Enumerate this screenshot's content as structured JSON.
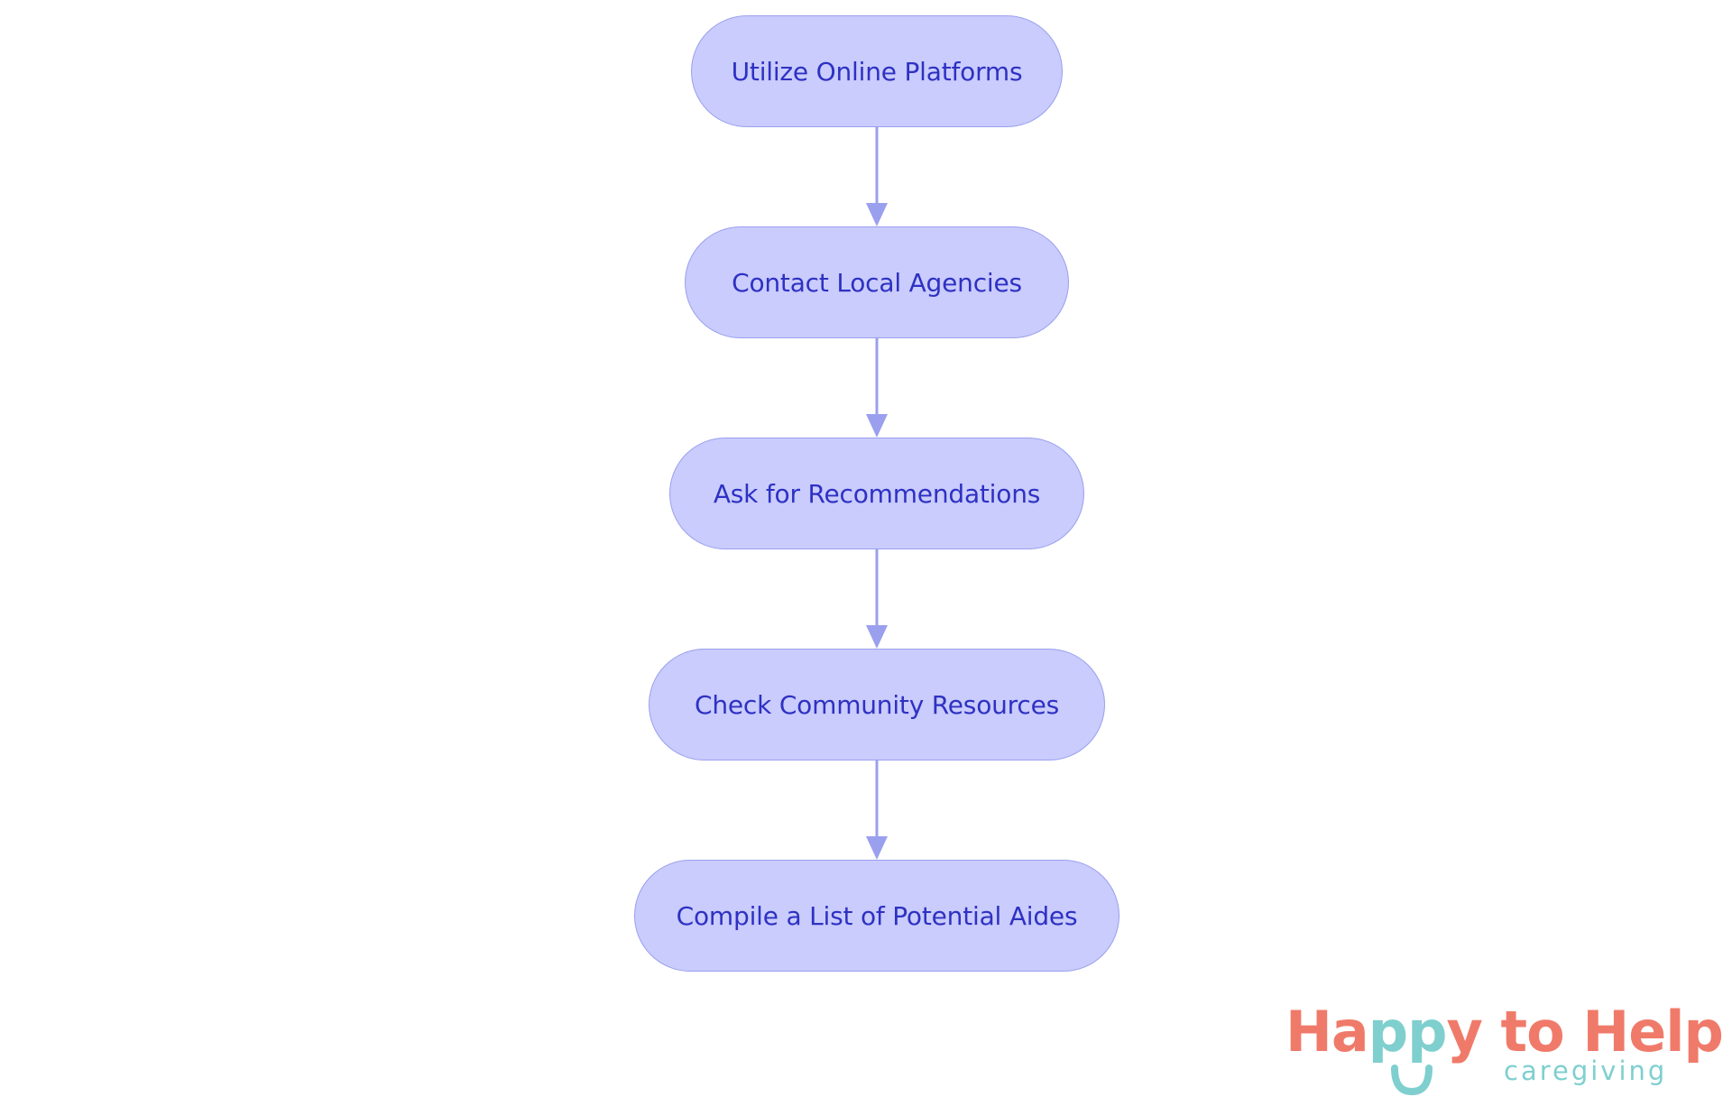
{
  "diagram": {
    "nodes": [
      {
        "id": "n1",
        "label": "Utilize Online Platforms"
      },
      {
        "id": "n2",
        "label": "Contact Local Agencies"
      },
      {
        "id": "n3",
        "label": "Ask for Recommendations"
      },
      {
        "id": "n4",
        "label": "Check Community Resources"
      },
      {
        "id": "n5",
        "label": "Compile a List of Potential Aides"
      }
    ],
    "edges": [
      {
        "from": "n1",
        "to": "n2"
      },
      {
        "from": "n2",
        "to": "n3"
      },
      {
        "from": "n3",
        "to": "n4"
      },
      {
        "from": "n4",
        "to": "n5"
      }
    ],
    "colors": {
      "node_fill": "#c9ccfc",
      "node_border": "#9aa0ee",
      "node_text": "#2e31c2",
      "edge": "#9aa0ee"
    }
  },
  "logo": {
    "happy": "Happy",
    "to_help": "to Help",
    "subtitle": "caregiving",
    "colors": {
      "coral": "#f07a6a",
      "teal": "#7fcfcf"
    }
  }
}
